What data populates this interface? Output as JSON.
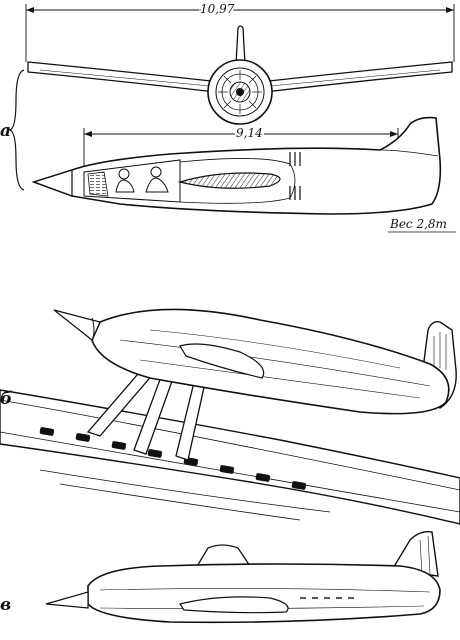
{
  "figure": {
    "panel_a": {
      "letter": "а",
      "span_dimension": "10,97",
      "length_dimension": "9,14",
      "weight_note": "Вес 2,8т"
    },
    "panel_b": {
      "letter": "б"
    },
    "panel_c": {
      "letter": "в"
    }
  }
}
